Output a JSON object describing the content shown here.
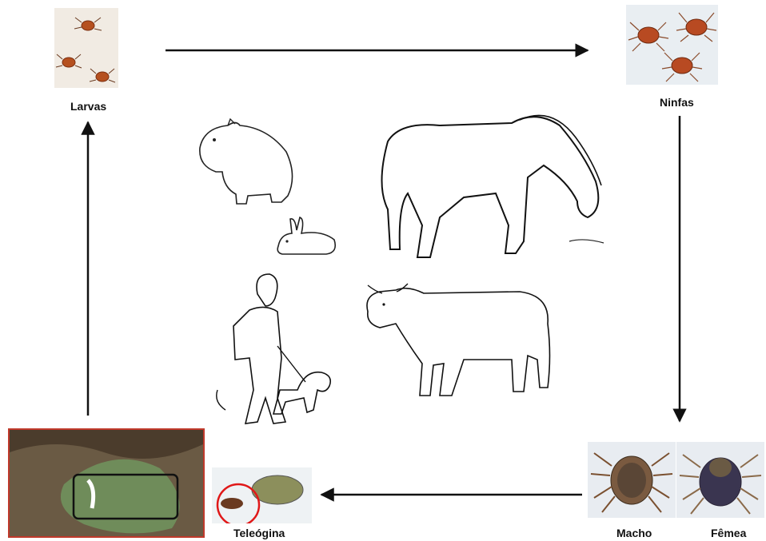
{
  "stages": {
    "larvas": "Larvas",
    "ninfas": "Ninfas",
    "macho": "Macho",
    "femea": "Fêmea",
    "teleogina": "Teleógina"
  },
  "colors": {
    "arrow": "#111111",
    "tick_body": "#b5501f",
    "adult_shield": "#5a4636",
    "highlight_circle": "#e01818",
    "frame_border": "#c0392b"
  }
}
